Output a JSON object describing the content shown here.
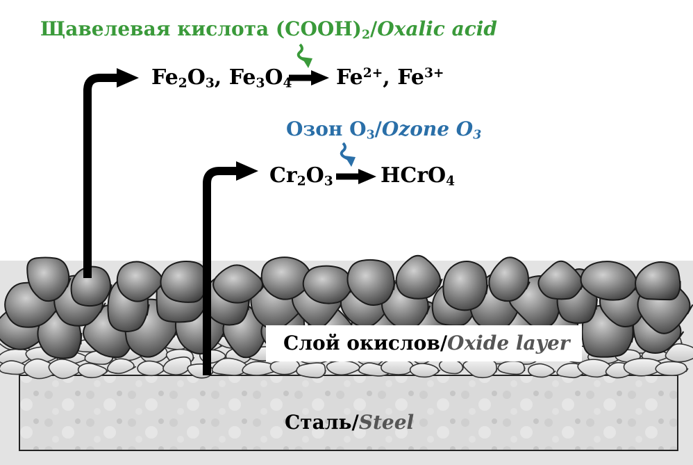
{
  "reagents": {
    "oxalic": {
      "ru": "Щавелевая кислота",
      "formula": "(COOH)",
      "formula_sub": "2",
      "sep": "/",
      "en": "Oxalic acid",
      "color": "#3a9a3a"
    },
    "ozone": {
      "ru": "Озон O",
      "ru_sub": "3",
      "sep": "/",
      "en": "Ozone O",
      "en_sub": "3",
      "color": "#2a6fa8"
    }
  },
  "reactions": {
    "iron": {
      "reactant_a": "Fe",
      "a_sub1": "2",
      "a_mid": "O",
      "a_sub2": "3",
      "comma": ",",
      "reactant_b": "Fe",
      "b_sub1": "3",
      "b_mid": "O",
      "b_sub2": "4",
      "product_a": "Fe",
      "product_a_sup": "2+",
      "product_b": "Fe",
      "product_b_sup": "3+"
    },
    "chromium": {
      "reactant": "Cr",
      "r_sub1": "2",
      "r_mid": "O",
      "r_sub2": "3",
      "product": "HCrO",
      "p_sub": "4"
    }
  },
  "layers": {
    "oxide": {
      "ru": "Слой окислов",
      "sep": "/",
      "en": "Oxide layer"
    },
    "steel": {
      "ru": "Сталь",
      "sep": "/",
      "en": "Steel"
    }
  }
}
